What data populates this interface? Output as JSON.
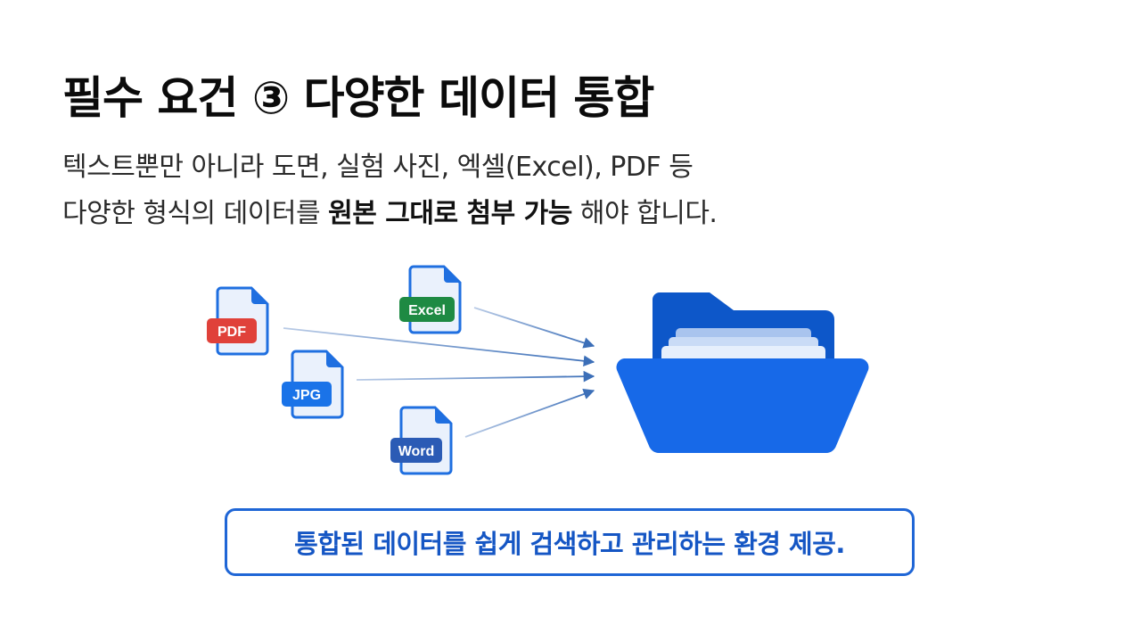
{
  "slide": {
    "title": "필수 요건 ③ 다양한 데이터 통합",
    "description": {
      "line1": "텍스트뿐만 아니라 도면, 실험 사진, 엑셀(Excel), PDF 등",
      "line2_prefix": "다양한 형식의 데이터를 ",
      "line2_bold": "원본 그대로 첨부 가능",
      "line2_suffix": " 해야 합니다."
    },
    "diagram": {
      "files": [
        {
          "label": "PDF",
          "color": "#e0413a"
        },
        {
          "label": "Excel",
          "color": "#1e8a43"
        },
        {
          "label": "JPG",
          "color": "#1a73e8"
        },
        {
          "label": "Word",
          "color": "#2b5bb5"
        }
      ],
      "target": "folder-icon",
      "colors": {
        "file_border": "#1f6fe0",
        "file_fill": "#eaf1fc",
        "folder_front": "#1769e8",
        "folder_back": "#0d57c9",
        "arrow": "#3c6fb8"
      }
    },
    "callout": "통합된 데이터를 쉽게 검색하고 관리하는 환경 제공."
  }
}
